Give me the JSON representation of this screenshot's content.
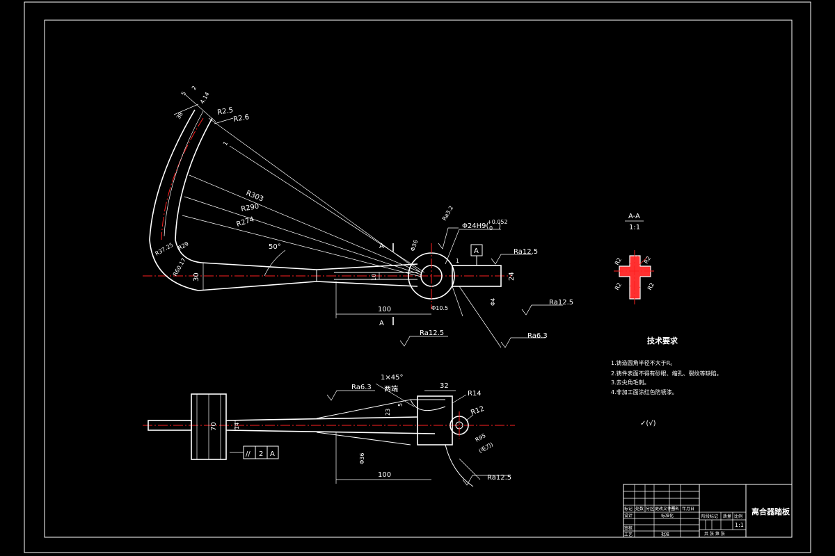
{
  "colors": {
    "background": "#000000",
    "lines": "#ffffff",
    "centerline": "#ff2020"
  },
  "top_view": {
    "dims": {
      "d_5": "5",
      "d_2": "2",
      "d_4_14": "4.14",
      "d_38": "38",
      "r2_5": "R2.5",
      "r2_6": "R2.6",
      "d_1": "1",
      "r303": "R303",
      "r290": "R290",
      "r274": "R274",
      "r37_25": "R37.25",
      "r29": "R29",
      "r60_17": "R60.17",
      "d_30": "30",
      "d_10": "10",
      "angle_50": "50°",
      "d_100": "100",
      "d_phi36": "Φ36",
      "d_phi10_5": "Φ10.5",
      "d_24": "24",
      "d_phi4": "Φ4",
      "d_1b": "1",
      "bore": "Φ24H9(",
      "bore_tol": "+0.052",
      "bore_tol_lo": "0",
      "bore_close": ")",
      "section_a_top": "A",
      "section_a_bot": "A",
      "datum_a": "A",
      "ra_top": "Ra3.2",
      "ra_right1": "Ra12.5",
      "ra_right2": "Ra12.5",
      "ra_bottom": "Ra12.5",
      "ra_far": "Ra6.3"
    }
  },
  "section": {
    "title": "A-A",
    "scale": "1:1",
    "r_labels": [
      "R2",
      "R2",
      "R2",
      "R2"
    ]
  },
  "tech": {
    "heading": "技术要求",
    "notes": [
      "1.铸造圆角半径不大于R。",
      "2.铸件表面不得有砂眼、缩孔、裂纹等缺陷。",
      "3.去尖角毛刺。",
      "4.非加工面涂红色防锈漆。"
    ],
    "roughness_symbol": "✓(√)"
  },
  "bottom_view": {
    "ra_left": "Ra6.3",
    "chamfer": "1×45°",
    "chamfer_note": "两端",
    "d_32": "32",
    "d_5": "5",
    "d_23": "23",
    "r14": "R14",
    "r12": "R12",
    "r95": "R95",
    "r95_note": "(毛刀)",
    "d_70": "70",
    "d_14": "14",
    "d_phi36": "Φ36",
    "d_100": "100",
    "ra_bottom": "Ra12.5",
    "parallel": [
      "//",
      "2",
      "A"
    ]
  },
  "title_block": {
    "part_name": "离合器踏板",
    "scale_label": "1:1",
    "row_labels": [
      "标记",
      "处数",
      "分区",
      "更改文件号",
      "签名",
      "年月日"
    ],
    "design": "设计",
    "check": "审核",
    "process": "工艺",
    "standard": "标准化",
    "approve": "批准",
    "stage_labels": [
      "阶段标记",
      "质量",
      "比例"
    ],
    "sheet": "共  张  第  张"
  }
}
